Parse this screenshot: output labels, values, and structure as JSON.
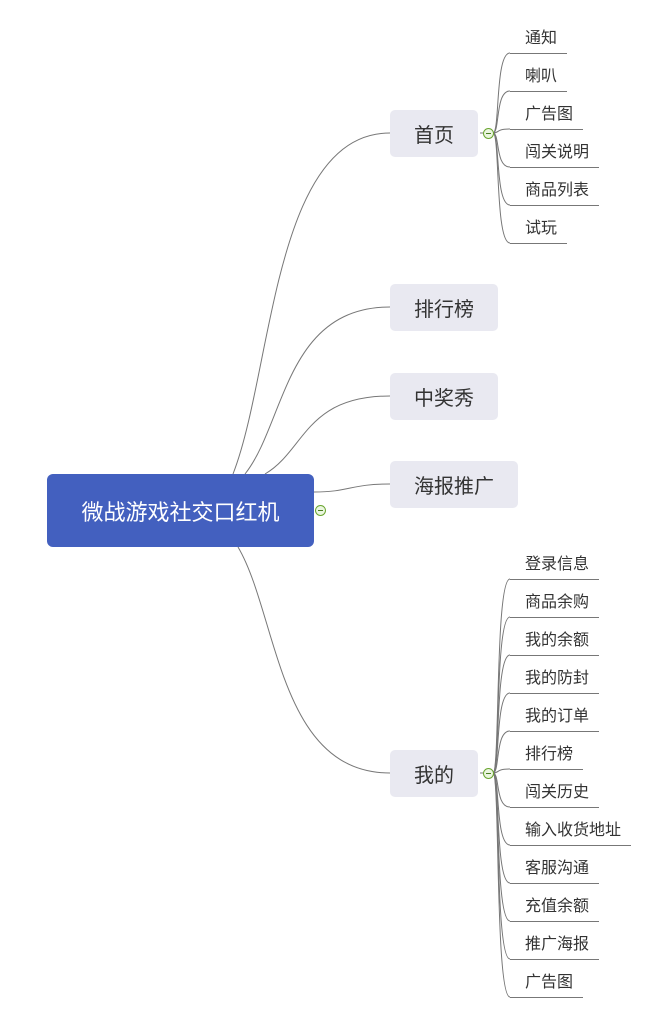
{
  "root": {
    "label": "微战游戏社交口红机"
  },
  "branches": [
    {
      "label": "首页",
      "children": [
        "通知",
        "喇叭",
        "广告图",
        "闯关说明",
        "商品列表",
        "试玩"
      ]
    },
    {
      "label": "排行榜",
      "children": []
    },
    {
      "label": "中奖秀",
      "children": []
    },
    {
      "label": "海报推广",
      "children": []
    },
    {
      "label": "我的",
      "children": [
        "登录信息",
        "商品余购",
        "我的余额",
        "我的防封",
        "我的订单",
        "排行榜",
        "闯关历史",
        "输入收货地址",
        "客服沟通",
        "充值余额",
        "推广海报",
        "广告图"
      ]
    }
  ],
  "colors": {
    "root": "#4360bf",
    "branch_bg": "#e9e9f1",
    "line": "#777777",
    "toggle": "#6aa530"
  }
}
